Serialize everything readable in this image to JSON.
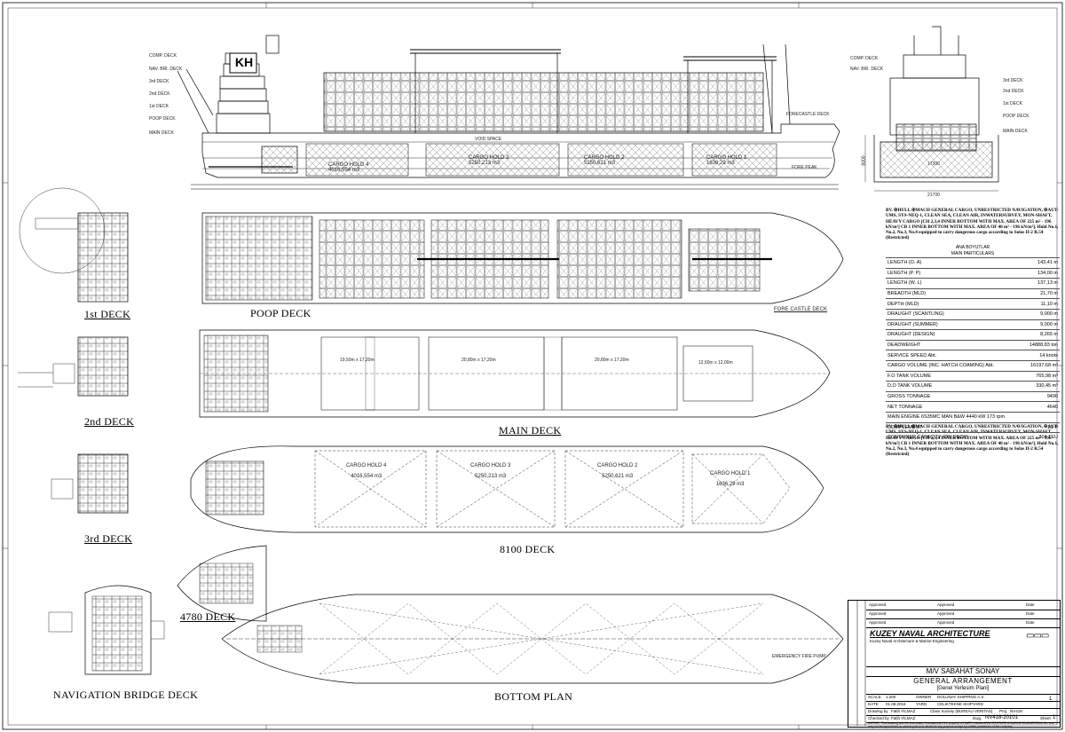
{
  "deck_markers": [
    "COMP. DECK",
    "NAV. BRI. DECK",
    "3rd DECK",
    "2nd DECK",
    "1st DECK",
    "POOP DECK",
    "MAIN DECK"
  ],
  "profile": {
    "logo": "KH",
    "labels": [
      "FORECASTLE DECK",
      "VOID SPACE",
      "FORE PEAK"
    ],
    "holds": [
      {
        "name": "CARGO HOLD 4",
        "vol": "4016,554 m3"
      },
      {
        "name": "CARGO HOLD 3",
        "vol": "5250,213 m3"
      },
      {
        "name": "CARGO HOLD 2",
        "vol": "5250,621 m3"
      },
      {
        "name": "CARGO HOLD 1",
        "vol": "1636,29 m3"
      }
    ]
  },
  "section": {
    "markers": [
      "COMP. DECK",
      "NAV. BRI. DECK",
      "3rd DECK",
      "2nd DECK",
      "1st DECK",
      "POOP DECK",
      "MAIN DECK"
    ],
    "dims": [
      "17300",
      "21700",
      "8000"
    ]
  },
  "plan_labels": {
    "poop_deck": "POOP DECK",
    "fore_castle_deck": "FORE CASTLE DECK",
    "main_deck": "MAIN DECK",
    "deck_8100": "8100 DECK",
    "deck_4780": "4780 DECK",
    "bottom_plan": "BOTTOM PLAN",
    "first_deck": "1st  DECK",
    "second_deck": "2nd  DECK",
    "third_deck": "3rd  DECK",
    "nav_bridge_deck": "NAVIGATION BRIDGE DECK"
  },
  "main_deck_hatches": [
    "19,50m x 17,20m",
    "20,80m x 17,20m",
    "20,80m x 17,20m",
    "12,60m x 12,00m"
  ],
  "deck8100_holds": [
    {
      "name": "CARGO HOLD 4",
      "vol": "4016,554 m3"
    },
    {
      "name": "CARGO HOLD 3",
      "vol": "5250,213 m3"
    },
    {
      "name": "CARGO HOLD 2",
      "vol": "5250,621 m3"
    },
    {
      "name": "CARGO HOLD 1",
      "vol": "1636,29 m3"
    }
  ],
  "bottom_labels": [
    "EMERGENCY FIRE PUMP"
  ],
  "notes": {
    "top": "BV. ✠HULL ✠MACH GENERAL CARGO, UNRESTRICTED NAVIGATION, ✠AUT-UMS, SYS-NEQ-1, CLEAN SEA, CLEAN AIR, INWATERSURVEY, MON-SHAFT, HEAVY CARGO [CH 2,3,4 INNER BOTTOM WITH MAX. AREA OF 225 m² - 196 kN/m²] CB 1 INNER BOTTOM WITH MAX. AREA OF 40 m² - 196 kN/m²]. Hold No.1, No.2, No.3, No.4 equipped to carry dangerous cargo according to Solas II-2 R.54 (Restricted)",
    "bottom": "BV. ✠HULL ✠MACH GENERAL CARGO, UNRESTRICTED NAVIGATION, ✠AUT-UMS, SYS-NEQ-1, CLEAN SEA, CLEAN AIR, INWATERSURVEY, MON-SHAFT, HEAVY CARGO [CH 2,3,4 INNER BOTTOM WITH MAX. AREA OF 225 m² - 196 kN/m²] CB 1 INNER BOTTOM WITH MAX. AREA OF 40 m² - 196 kN/m²]. Hold No.1, No.2, No.3, No.4 equipped to carry dangerous cargo according to Solas II-2 R.54 (Restricted)"
  },
  "particulars": {
    "title": "ANA BOYUTLAR",
    "subtitle": "MAIN PARTICULARS",
    "rows": [
      {
        "k": "LENGTH        (O. A)",
        "v": "143,41  m"
      },
      {
        "k": "LENGTH        (P. P)",
        "v": "134,00  m"
      },
      {
        "k": "LENGTH        (W. L)",
        "v": "137,13  m"
      },
      {
        "k": "BREADTH      (MLD)",
        "v": "21,70  m"
      },
      {
        "k": "DEPTH         (MLD)",
        "v": "11,10  m"
      },
      {
        "k": "DRAUGHT      (SCANTLING)",
        "v": "9,000  m"
      },
      {
        "k": "DRAUGHT      (SUMMER)",
        "v": "9,000  m"
      },
      {
        "k": "DRAUGHT      (DESIGN)",
        "v": "8,265  m"
      },
      {
        "k": "DEADWEIGHT",
        "v": "14888,83 ton"
      },
      {
        "k": "SERVICE SPEED                    Abt.",
        "v": "14 knots"
      },
      {
        "k": "CARGO VOLUME (INC. HATCH COAMING) Abt.",
        "v": "16197,68 m³"
      },
      {
        "k": "F.O TANK VOLUME",
        "v": "765,98 m³"
      },
      {
        "k": "D.O TANK VOLUME",
        "v": "330,45 m³"
      },
      {
        "k": "GROSS TONNAGE",
        "v": "9490"
      },
      {
        "k": "NET TONNAGE",
        "v": "4640"
      },
      {
        "k": "MAIN ENGINE     6S35MC MAN B&W 4440 kW 173 rpm",
        "v": ""
      },
      {
        "k": "COMPLEMENT",
        "v": "23  P"
      },
      {
        "k": "CONTAINER CAPACITY (ON DECK)",
        "v": "304 TEU"
      }
    ]
  },
  "titleblock": {
    "approval_rows": [
      {
        "a": "Approved",
        "b": "Approved",
        "c": "Date"
      },
      {
        "a": "Approved",
        "b": "Approved",
        "c": "Date"
      },
      {
        "a": "Approved",
        "b": "Approved",
        "c": "Date"
      }
    ],
    "company": "KUZEY NAVAL ARCHITECTURE",
    "company_sub": "Kuzey Naval Architecture & Marine Engineering",
    "ship": "M/V SABAHAT SONAY",
    "drawing": "GENERAL ARRANGEMENT",
    "drawing_tr": "[Genel Yerlesim Plani]",
    "scale_label": "SCALE",
    "scale": "1:200",
    "date_label": "DATE",
    "date": "01.08.2016",
    "owner_label": "OWNER",
    "owner": "DOLUNAY SHIPPING A.S.",
    "yard_label": "YARD",
    "yard": "CELIKTEKNE SHIPYARD",
    "class": "Class Society (BUREAU VERITAS)",
    "drawn_label": "Drawing by",
    "drawn": "Fatih YILMAZ",
    "checked_label": "Checked by",
    "checked": "Fatih YILMAZ",
    "proj_label": "Proj.",
    "proj": "NV418",
    "dwg_label": "Dwg.",
    "dwg": "NV418-20101",
    "sheet_label": "Sheet",
    "sheet": "1",
    "rev": "1",
    "notice": "NOTICE : This drawing and the information it contains are the property of KUZEY NAVAL ARCHITECTURE & MARINE ENGINEERING Co. and may not be reproduced or used in part or in whole for any purpose except by written permission of the company."
  }
}
